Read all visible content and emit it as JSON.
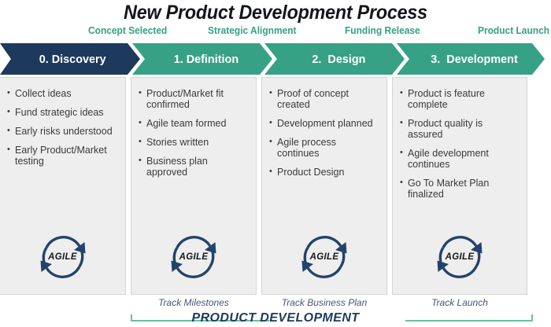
{
  "header": {
    "title": "New Product Development Process"
  },
  "milestones": [
    {
      "label": "Concept Selected"
    },
    {
      "label": "Strategic Alignment"
    },
    {
      "label": "Funding Release"
    },
    {
      "label": "Product Launch"
    }
  ],
  "colors": {
    "navy": "#1d3a5c",
    "green": "#37a186",
    "green_light": "#6cbfa4",
    "panel_bg": "#eeeeee",
    "panel_border": "#d4d4d4",
    "text": "#3a3a3a",
    "track_text": "#46577a"
  },
  "stages": [
    {
      "header": "0. Discovery",
      "accent": "#1d3a5c",
      "bullets": [
        "Collect ideas",
        "Fund strategic ideas",
        "Early risks understood",
        "Early Product/Market testing"
      ],
      "loop_label": "AGILE",
      "track": ""
    },
    {
      "header": "1. Definition",
      "accent": "#37a186",
      "bullets": [
        "Product/Market fit confirmed",
        "Agile team formed",
        "Stories written",
        "Business plan approved"
      ],
      "loop_label": "AGILE",
      "track": "Track Milestones"
    },
    {
      "header": "2.  Design",
      "accent": "#37a186",
      "bullets": [
        "Proof of concept created",
        "Development planned",
        "Agile process continues",
        "Product Design"
      ],
      "loop_label": "AGILE",
      "track": "Track Business Plan"
    },
    {
      "header": "3.  Development",
      "accent": "#37a186",
      "bullets": [
        "Product is feature complete",
        "Product quality is assured",
        "Agile development continues",
        "Go To Market Plan finalized"
      ],
      "loop_label": "AGILE",
      "track": "Track Launch"
    }
  ],
  "footer": {
    "title": "PRODUCT DEVELOPMENT"
  },
  "icons": {
    "agile_loop": "circular-arrows-icon"
  }
}
